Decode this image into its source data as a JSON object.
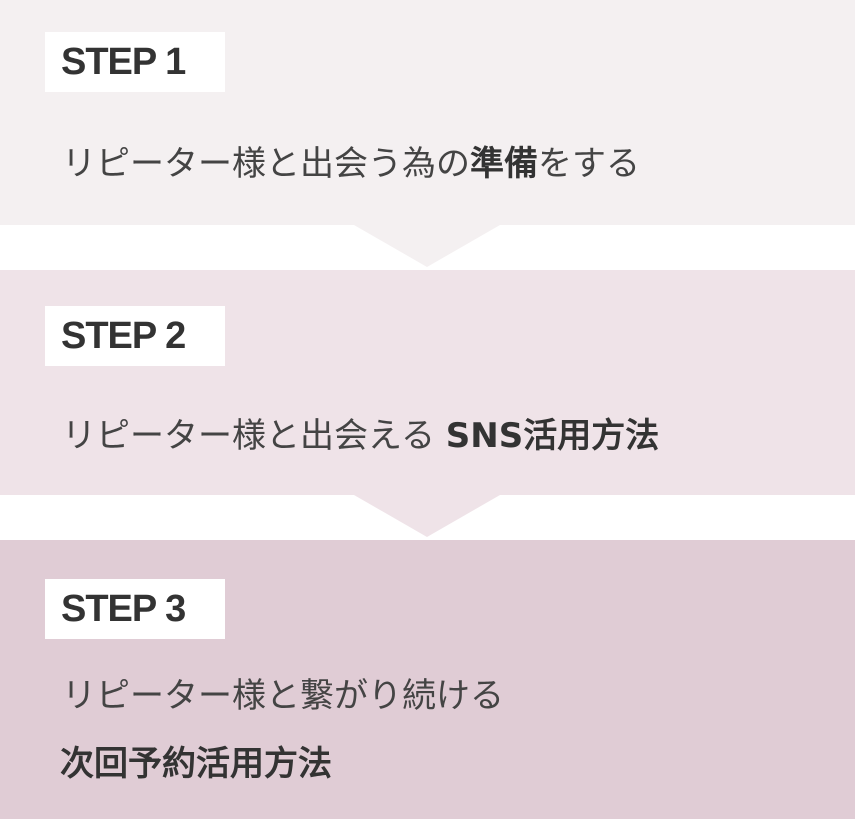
{
  "steps": [
    {
      "label": "STEP 1",
      "text": "リピーター様と出会う為の",
      "bold": "準備",
      "tail": "をする"
    },
    {
      "label": "STEP 2",
      "text": "リピーター様と出会える ",
      "bold": "SNS活用方法"
    },
    {
      "label": "STEP 3",
      "text": "リピーター様と繋がり続ける",
      "bold": "次回予約活用方法"
    }
  ],
  "colors": {
    "step1": "#f4f0f1",
    "step2": "#efe3e8",
    "step3": "#e0ccd5"
  }
}
